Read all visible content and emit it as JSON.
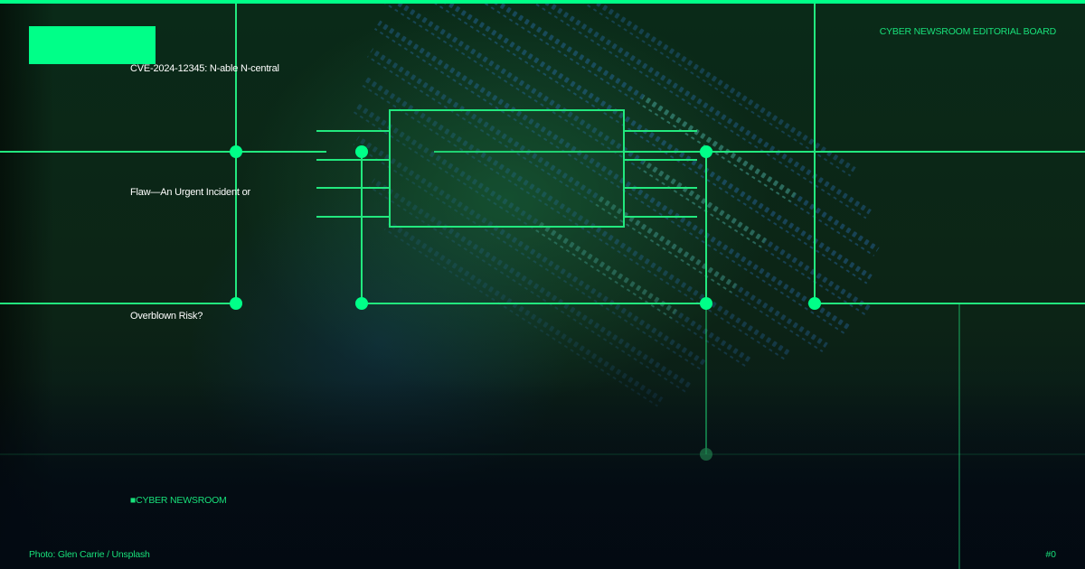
{
  "colors": {
    "accent": "#00ff88",
    "accent_text": "#18e07a",
    "headline": "#ffffff",
    "background": "#0a2a18"
  },
  "header": {
    "logo_icon": "logo-block-icon",
    "brand": "CYBER NEWSROOM EDITORIAL BOARD"
  },
  "headline": {
    "line1": "CVE-2024-12345: N-able N-central",
    "line2": "Flaw—An Urgent Incident or",
    "line3": "Overblown Risk?"
  },
  "footer": {
    "brand": "■CYBER NEWSROOM",
    "photo_credit": "Photo: Glen Carrie / Unsplash",
    "post_number": "#0"
  },
  "decoration": {
    "background_icon": "binary-code-texture-icon",
    "circuit_icon": "circuit-diagram-icon"
  }
}
